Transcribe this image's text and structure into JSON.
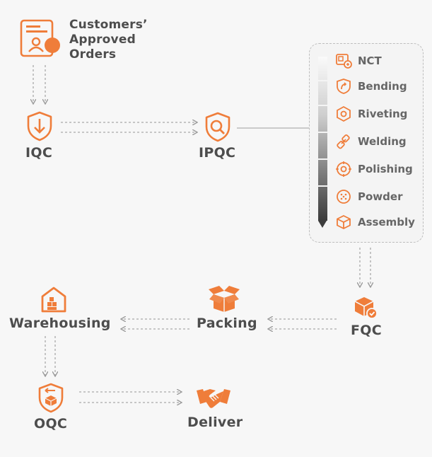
{
  "nodes": {
    "orders": "Customers' Approved Orders",
    "orders_lines": [
      "Customers’",
      "Approved",
      "Orders"
    ],
    "iqc": "IQC",
    "ipqc": "IPQC",
    "fqc": "FQC",
    "packing": "Packing",
    "warehousing": "Warehousing",
    "oqc": "OQC",
    "deliver": "Deliver"
  },
  "processes": [
    {
      "label": "NCT",
      "icon": "nct-icon"
    },
    {
      "label": "Bending",
      "icon": "bending-icon"
    },
    {
      "label": "Riveting",
      "icon": "riveting-icon"
    },
    {
      "label": "Welding",
      "icon": "welding-icon"
    },
    {
      "label": "Polishing",
      "icon": "polishing-icon"
    },
    {
      "label": "Powder",
      "icon": "powder-icon"
    },
    {
      "label": "Assembly",
      "icon": "assembly-icon"
    }
  ],
  "colors": {
    "accent": "#ef7d3a",
    "text": "#4d4d4d",
    "connector": "#9a9a9a",
    "background": "#f7f7f7"
  }
}
